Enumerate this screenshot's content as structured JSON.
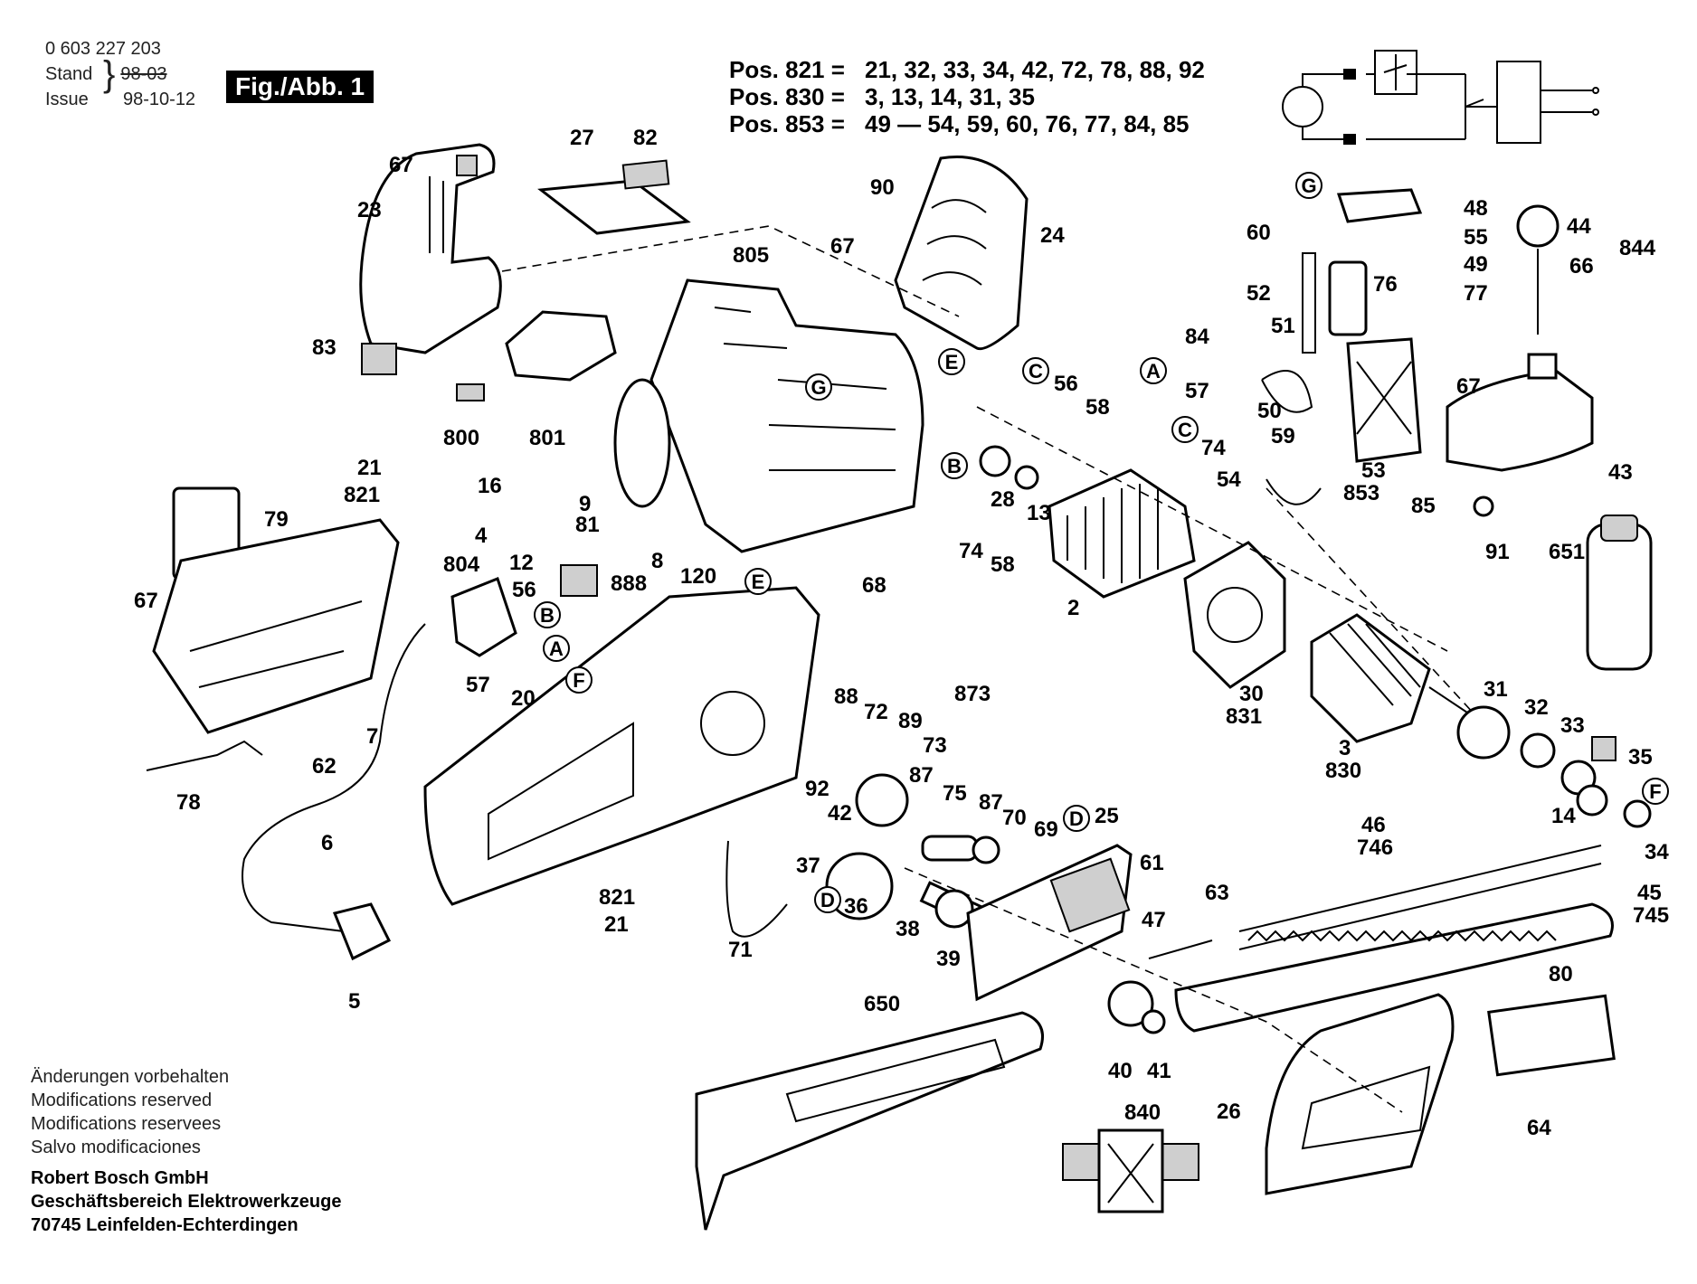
{
  "document": {
    "part_number": "0 603 227 203",
    "stand_label": "Stand",
    "issue_label": "Issue",
    "stand_old": "98-03",
    "issue_date": "98-10-12",
    "figure_label": "Fig./Abb. 1"
  },
  "positions": [
    {
      "key": "Pos. 821 =",
      "value": "21, 32, 33, 34, 42, 72, 78, 88, 92"
    },
    {
      "key": "Pos. 830 =",
      "value": "3, 13, 14, 31, 35"
    },
    {
      "key": "Pos. 853 =",
      "value": "49 — 54, 59, 60, 76, 77, 84, 85"
    }
  ],
  "notes": [
    "Änderungen vorbehalten",
    "Modifications reserved",
    "Modifications reservees",
    "Salvo modificaciones"
  ],
  "company": [
    "Robert Bosch GmbH",
    "Geschäftsbereich Elektrowerkzeuge",
    "70745 Leinfelden-Echterdingen"
  ],
  "labels": {
    "p67a": "67",
    "p23": "23",
    "p83": "83",
    "p27": "27",
    "p82": "82",
    "p800": "800",
    "p801": "801",
    "p16": "16",
    "p90": "90",
    "p24": "24",
    "p805": "805",
    "p67b": "67",
    "p9": "9",
    "p81": "81",
    "p888": "888",
    "p8": "8",
    "p120": "120",
    "p79": "79",
    "p21a": "21",
    "p821a": "821",
    "p804": "804",
    "p4": "4",
    "p12": "12",
    "p56a": "56",
    "p67c": "67",
    "p57a": "57",
    "p20": "20",
    "p62": "62",
    "p7": "7",
    "p78": "78",
    "p6": "6",
    "p5": "5",
    "p68": "68",
    "p88": "88",
    "p72": "72",
    "p89": "89",
    "p73": "73",
    "p873": "873",
    "p92": "92",
    "p42": "42",
    "p87a": "87",
    "p75": "75",
    "p87b": "87",
    "p70": "70",
    "p69": "69",
    "p37": "37",
    "p36": "36",
    "p38": "38",
    "p39": "39",
    "p821b": "821",
    "p21b": "21",
    "p71": "71",
    "p25": "25",
    "p61": "61",
    "p47": "47",
    "p63": "63",
    "p650": "650",
    "p40": "40",
    "p41": "41",
    "p840": "840",
    "p56b": "56",
    "p58a": "58",
    "p28": "28",
    "p13": "13",
    "p74a": "74",
    "p58b": "58",
    "p2": "2",
    "p30": "30",
    "p831": "831",
    "p3": "3",
    "p830": "830",
    "p31": "31",
    "p32": "32",
    "p33": "33",
    "p35": "35",
    "p14": "14",
    "p34": "34",
    "p46": "46",
    "p746": "746",
    "p45": "45",
    "p745": "745",
    "p80": "80",
    "p26": "26",
    "p64": "64",
    "p48": "48",
    "p60": "60",
    "p55": "55",
    "p49": "49",
    "p52": "52",
    "p76": "76",
    "p77": "77",
    "p84": "84",
    "p51": "51",
    "p57b": "57",
    "p67d": "67",
    "p50": "50",
    "p74b": "74",
    "p59": "59",
    "p54": "54",
    "p53": "53",
    "p853": "853",
    "p85": "85",
    "p44": "44",
    "p844": "844",
    "p66": "66",
    "p43": "43",
    "p91": "91",
    "p651": "651"
  },
  "refs": {
    "A": "A",
    "B": "B",
    "C": "C",
    "D": "D",
    "E": "E",
    "F": "F",
    "G": "G"
  }
}
